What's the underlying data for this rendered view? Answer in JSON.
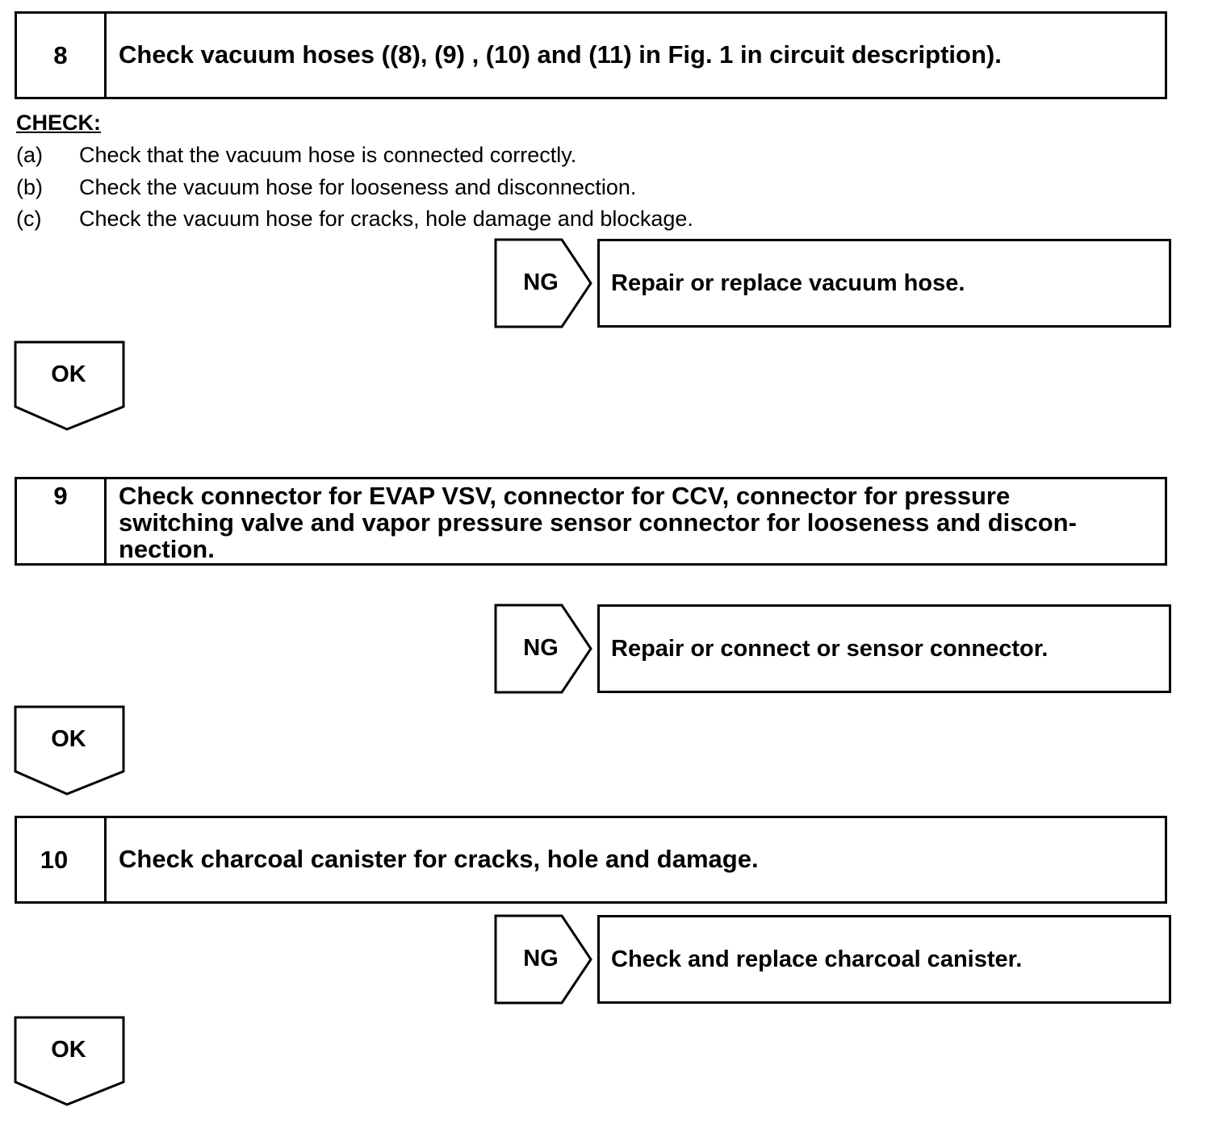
{
  "steps": [
    {
      "number": "8",
      "text": "Check vacuum hoses ((8), (9) , (10) and (11) in Fig. 1 in circuit description).",
      "ng_label": "NG",
      "ng_result": "Repair or replace vacuum hose.",
      "ok_label": "OK"
    },
    {
      "number": "9",
      "text_lines": [
        "Check connector for EVAP VSV, connector for CCV, connector for pressure",
        "switching valve and vapor pressure sensor connector for looseness and discon-",
        "nection."
      ],
      "ng_label": "NG",
      "ng_result": "Repair or connect or sensor connector.",
      "ok_label": "OK"
    },
    {
      "number": "10",
      "text": "Check charcoal canister for cracks, hole and damage.",
      "ng_label": "NG",
      "ng_result": "Check and replace charcoal canister.",
      "ok_label": "OK"
    }
  ],
  "check": {
    "heading": "CHECK:",
    "items": [
      {
        "label": "(a)",
        "text": "Check that the vacuum hose is connected correctly."
      },
      {
        "label": "(b)",
        "text": "Check the vacuum hose for looseness and disconnection."
      },
      {
        "label": "(c)",
        "text": "Check the vacuum hose for cracks, hole damage and blockage."
      }
    ]
  }
}
